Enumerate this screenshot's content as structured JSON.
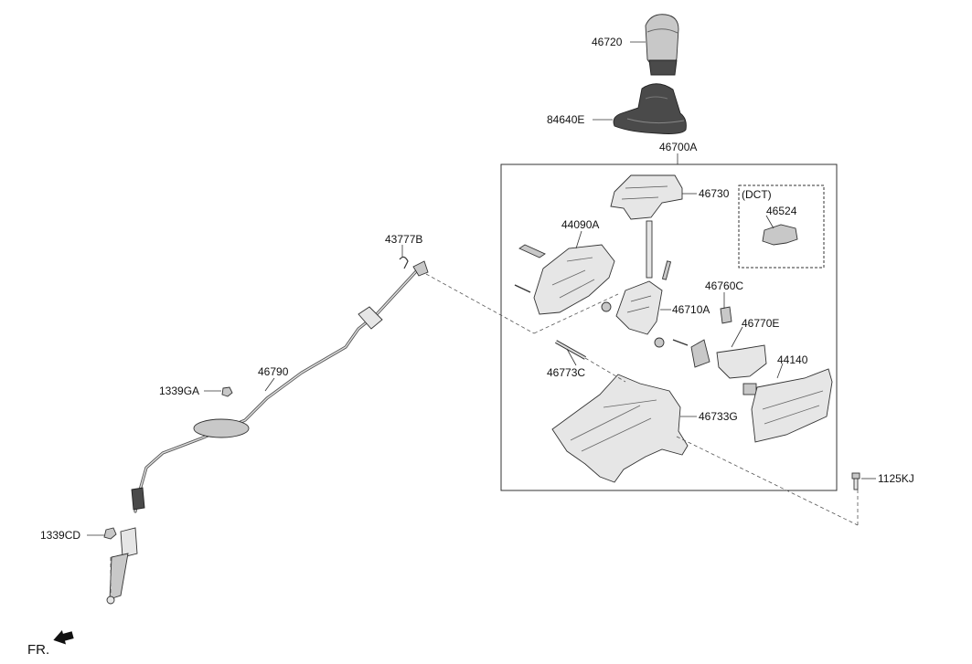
{
  "labels": {
    "knob": "46720",
    "boot": "84640E",
    "shift_lever_assy": "46700A",
    "cover_upper": "46730",
    "dct_tag": "(DCT)",
    "dct_part": "46524",
    "plate_44090": "44090A",
    "clip_43777": "43777B",
    "sensor_46760": "46760C",
    "lever_46710": "46710A",
    "bracket_46770": "46770E",
    "module_44140": "44140",
    "pin_46773": "46773C",
    "base_46733": "46733G",
    "bolt_1125": "1125KJ",
    "cable_46790": "46790",
    "nut_1339ga": "1339GA",
    "nut_1339cd": "1339CD",
    "front_marker": "FR."
  }
}
